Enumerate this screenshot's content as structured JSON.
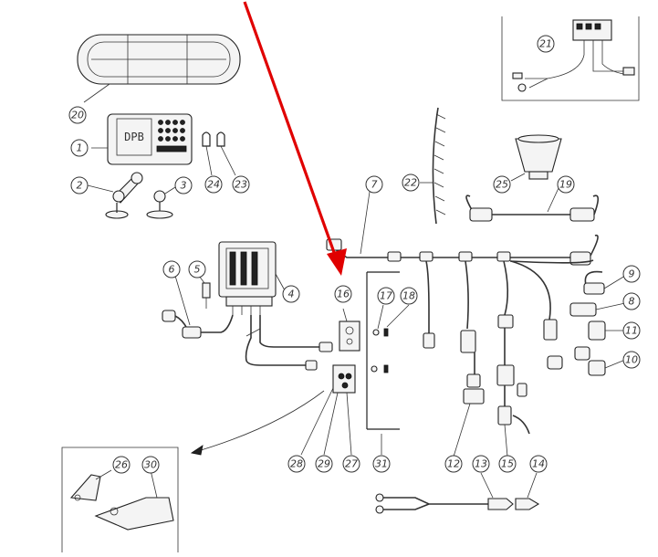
{
  "display_screen_text": "DPB",
  "callouts": [
    {
      "id": "c1",
      "label": "1"
    },
    {
      "id": "c2",
      "label": "2"
    },
    {
      "id": "c3",
      "label": "3"
    },
    {
      "id": "c4",
      "label": "4"
    },
    {
      "id": "c5",
      "label": "5"
    },
    {
      "id": "c6",
      "label": "6"
    },
    {
      "id": "c7",
      "label": "7"
    },
    {
      "id": "c8",
      "label": "8"
    },
    {
      "id": "c9",
      "label": "9"
    },
    {
      "id": "c10",
      "label": "10"
    },
    {
      "id": "c11",
      "label": "11"
    },
    {
      "id": "c12",
      "label": "12"
    },
    {
      "id": "c13",
      "label": "13"
    },
    {
      "id": "c14",
      "label": "14"
    },
    {
      "id": "c15",
      "label": "15"
    },
    {
      "id": "c16",
      "label": "16"
    },
    {
      "id": "c17",
      "label": "17"
    },
    {
      "id": "c18",
      "label": "18"
    },
    {
      "id": "c19",
      "label": "19"
    },
    {
      "id": "c20",
      "label": "20"
    },
    {
      "id": "c21",
      "label": "21"
    },
    {
      "id": "c22",
      "label": "22"
    },
    {
      "id": "c23",
      "label": "23"
    },
    {
      "id": "c24",
      "label": "24"
    },
    {
      "id": "c25",
      "label": "25"
    },
    {
      "id": "c26",
      "label": "26"
    },
    {
      "id": "c27",
      "label": "27"
    },
    {
      "id": "c28",
      "label": "28"
    },
    {
      "id": "c29",
      "label": "29"
    },
    {
      "id": "c30",
      "label": "30"
    },
    {
      "id": "c31",
      "label": "31"
    }
  ],
  "colors": {
    "annotation_arrow": "#e00000",
    "line": "#222222"
  }
}
